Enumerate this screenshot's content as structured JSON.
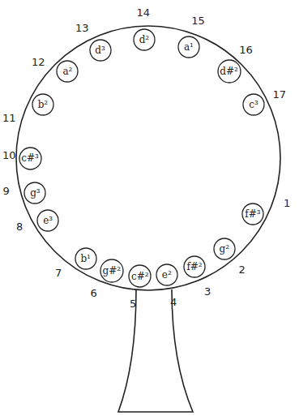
{
  "diagram": {
    "nodes": [
      {
        "text": [
          "f#³"
        ]
      },
      {
        "text": [
          "g²"
        ]
      },
      {
        "text": [
          "f#²"
        ]
      },
      {
        "text": [
          "e²"
        ]
      },
      {
        "text": [
          "c#²"
        ]
      },
      {
        "text": [
          "g#²"
        ]
      },
      {
        "text": [
          "b¹"
        ]
      },
      {
        "text": [
          "e³"
        ]
      },
      {
        "text": [
          "g³"
        ]
      },
      {
        "text": [
          "c#³"
        ]
      },
      {
        "text": [
          "b²"
        ]
      },
      {
        "text": [
          "a²"
        ]
      },
      {
        "text": [
          "d³"
        ]
      },
      {
        "text": [
          "d²"
        ]
      },
      {
        "text": [
          "a¹"
        ]
      },
      {
        "text": [
          "d#²"
        ]
      },
      {
        "text": [
          "c³"
        ]
      }
    ],
    "labels": [
      "1",
      "2",
      "3",
      "4",
      "5",
      "6",
      "7",
      "8",
      "9",
      "10",
      "11",
      "12",
      "13",
      "14",
      "15",
      "16",
      "17"
    ]
  }
}
